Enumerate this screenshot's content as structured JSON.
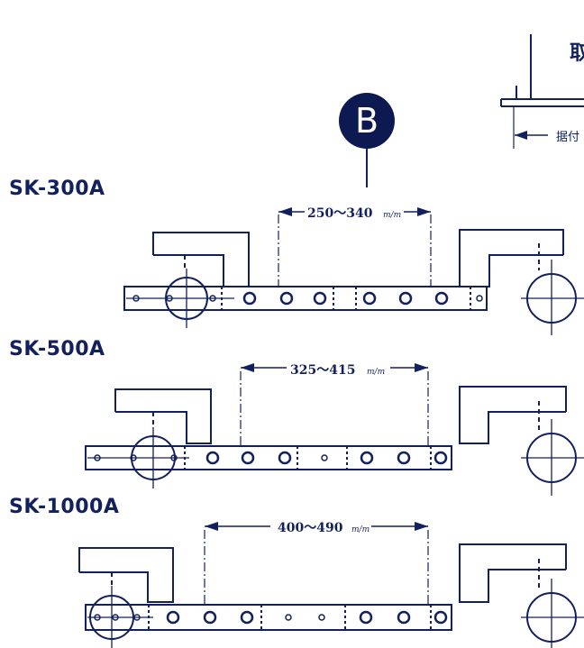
{
  "badge": {
    "letter": "B"
  },
  "top_detail": {
    "heading_char": "取",
    "label": "据付"
  },
  "colors": {
    "ink": "#13205e",
    "badge_fill": "#0d1a52",
    "badge_text": "#ffffff",
    "paper": "#ffffff"
  },
  "models": [
    {
      "id": "sk-300a",
      "name": "SK-300A",
      "range": "250～340",
      "unit": "m/m"
    },
    {
      "id": "sk-500a",
      "name": "SK-500A",
      "range": "325～415",
      "unit": "m/m"
    },
    {
      "id": "sk-1000a",
      "name": "SK-1000A",
      "range": "400～490",
      "unit": "m/m"
    }
  ]
}
